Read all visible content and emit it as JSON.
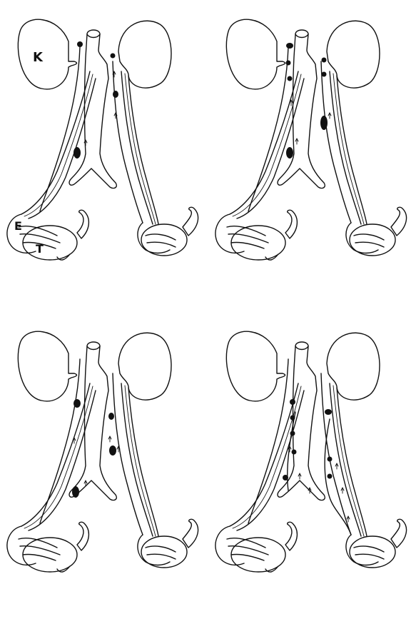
{
  "labels": {
    "kidney": "K",
    "epididymis": "E",
    "testis": "T"
  },
  "colors": {
    "ink": "#111111",
    "background": "#ffffff"
  }
}
